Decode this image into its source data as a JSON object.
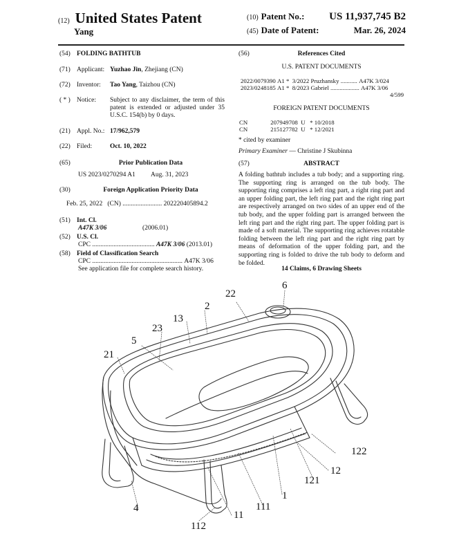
{
  "header": {
    "code12": "(12)",
    "doc_type": "United States Patent",
    "inventor_surname": "Yang",
    "code10": "(10)",
    "patent_no_label": "Patent No.:",
    "patent_no": "US 11,937,745 B2",
    "code45": "(45)",
    "date_label": "Date of Patent:",
    "date": "Mar. 26, 2024"
  },
  "left": {
    "title_code": "(54)",
    "title": "FOLDING BATHTUB",
    "applicant_code": "(71)",
    "applicant_label": "Applicant:",
    "applicant_name": "Yuzhao Jin",
    "applicant_loc": ", Zhejiang (CN)",
    "inventor_code": "(72)",
    "inventor_label": "Inventor:",
    "inventor_name": "Tao Yang",
    "inventor_loc": ", Taizhou (CN)",
    "notice_code": "( * )",
    "notice_label": "Notice:",
    "notice_text": "Subject to any disclaimer, the term of this patent is extended or adjusted under 35 U.S.C. 154(b) by 0 days.",
    "appl_code": "(21)",
    "appl_label": "Appl. No.:",
    "appl_no": "17/962,579",
    "filed_code": "(22)",
    "filed_label": "Filed:",
    "filed_date": "Oct. 10, 2022",
    "prior_code": "(65)",
    "prior_head": "Prior Publication Data",
    "prior_pub": "US 2023/0270294 A1",
    "prior_date": "Aug. 31, 2023",
    "foreign_code": "(30)",
    "foreign_head": "Foreign Application Priority Data",
    "foreign_date": "Feb. 25, 2022",
    "foreign_country": "(CN)",
    "foreign_dots": "........................",
    "foreign_no": "202220405894.2",
    "intcl_code": "(51)",
    "intcl_label": "Int. Cl.",
    "intcl_class": "A47K 3/06",
    "intcl_year": "(2006.01)",
    "uscl_code": "(52)",
    "uscl_label": "U.S. Cl.",
    "uscl_cpc": "CPC",
    "uscl_dots": "......................................",
    "uscl_class": "A47K 3/06",
    "uscl_year": "(2013.01)",
    "field_code": "(58)",
    "field_label": "Field of Classification Search",
    "field_cpc": "CPC",
    "field_dots": ".......................................................",
    "field_class": "A47K 3/06",
    "field_note": "See application file for complete search history."
  },
  "right": {
    "refs_code": "(56)",
    "refs_head": "References Cited",
    "us_head": "U.S. PATENT DOCUMENTS",
    "us_docs": [
      {
        "no": "2022/0079390",
        "kind": "A1 *",
        "date": "3/2022",
        "name": "Pruzhansky",
        "dots": "...........",
        "cls": "A47K 3/024"
      },
      {
        "no": "2023/0248185",
        "kind": "A1 *",
        "date": "8/2023",
        "name": "Gabriel",
        "dots": "...................",
        "cls": "A47K 3/06"
      }
    ],
    "us_cont": "4/599",
    "foreign_head": "FOREIGN PATENT DOCUMENTS",
    "foreign_docs": [
      {
        "cc": "CN",
        "no": "207949708",
        "kind": "U",
        "date": "* 10/2018"
      },
      {
        "cc": "CN",
        "no": "215127782",
        "kind": "U",
        "date": "* 12/2021"
      }
    ],
    "cited": "* cited by examiner",
    "examiner_label": "Primary Examiner",
    "examiner_name": " — Christine J Skubinna",
    "abstract_code": "(57)",
    "abstract_head": "ABSTRACT",
    "abstract": "A folding bathtub includes a tub body; and a supporting ring. The supporting ring is arranged on the tub body. The supporting ring comprises a left ring part, a right ring part and an upper folding part, the left ring part and the right ring part are respectively arranged on two sides of an upper end of the tub body, and the upper folding part is arranged between the left ring part and the right ring part. The upper folding part is made of a soft material. The supporting ring achieves rotatable folding between the left ring part and the right ring part by means of deformation of the upper folding part, and the supporting ring is folded to drive the tub body to deform and be folded.",
    "claims": "14 Claims, 6 Drawing Sheets"
  },
  "drawing": {
    "labels": {
      "l6": "6",
      "l22": "22",
      "l2": "2",
      "l13": "13",
      "l23": "23",
      "l5": "5",
      "l21": "21",
      "l122": "122",
      "l12": "12",
      "l121": "121",
      "l1": "1",
      "l111": "111",
      "l11": "11",
      "l112": "112",
      "l4": "4"
    }
  }
}
